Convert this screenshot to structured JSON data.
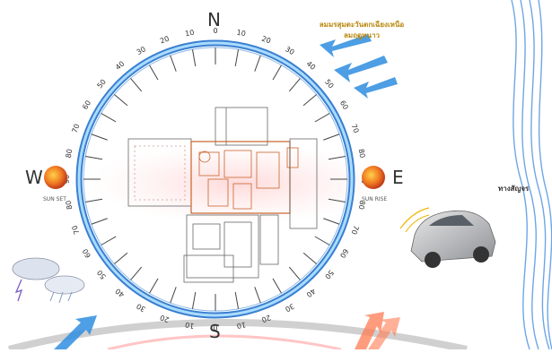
{
  "compass": {
    "north": "N",
    "south": "S",
    "east": "E",
    "west": "W",
    "degree_marks": [
      "0",
      "10",
      "20",
      "30",
      "40",
      "50",
      "60",
      "70",
      "80",
      "90",
      "80",
      "70",
      "60",
      "50",
      "40",
      "30",
      "20",
      "10",
      "0",
      "10",
      "20",
      "30",
      "40",
      "50",
      "60",
      "70",
      "80",
      "90",
      "80",
      "70",
      "60",
      "50",
      "40",
      "30",
      "20",
      "10"
    ]
  },
  "labels": {
    "sunset": "SUN SET",
    "sunrise": "SUN RISE",
    "wind_note_line1": "ลมมรสุมตะวันตกเฉียงเหนือ",
    "wind_note_line2": "ลมฤดูหนาว",
    "side_label": "ทางสัญจร"
  },
  "colors": {
    "ring_blue": "#3a7fd0",
    "ring_light": "#a9dcff",
    "sun_orange": "#f07a22",
    "house_orange": "#c8632b",
    "wind_blue": "#2f8ee0",
    "hot_wind": "#ff7b52"
  }
}
